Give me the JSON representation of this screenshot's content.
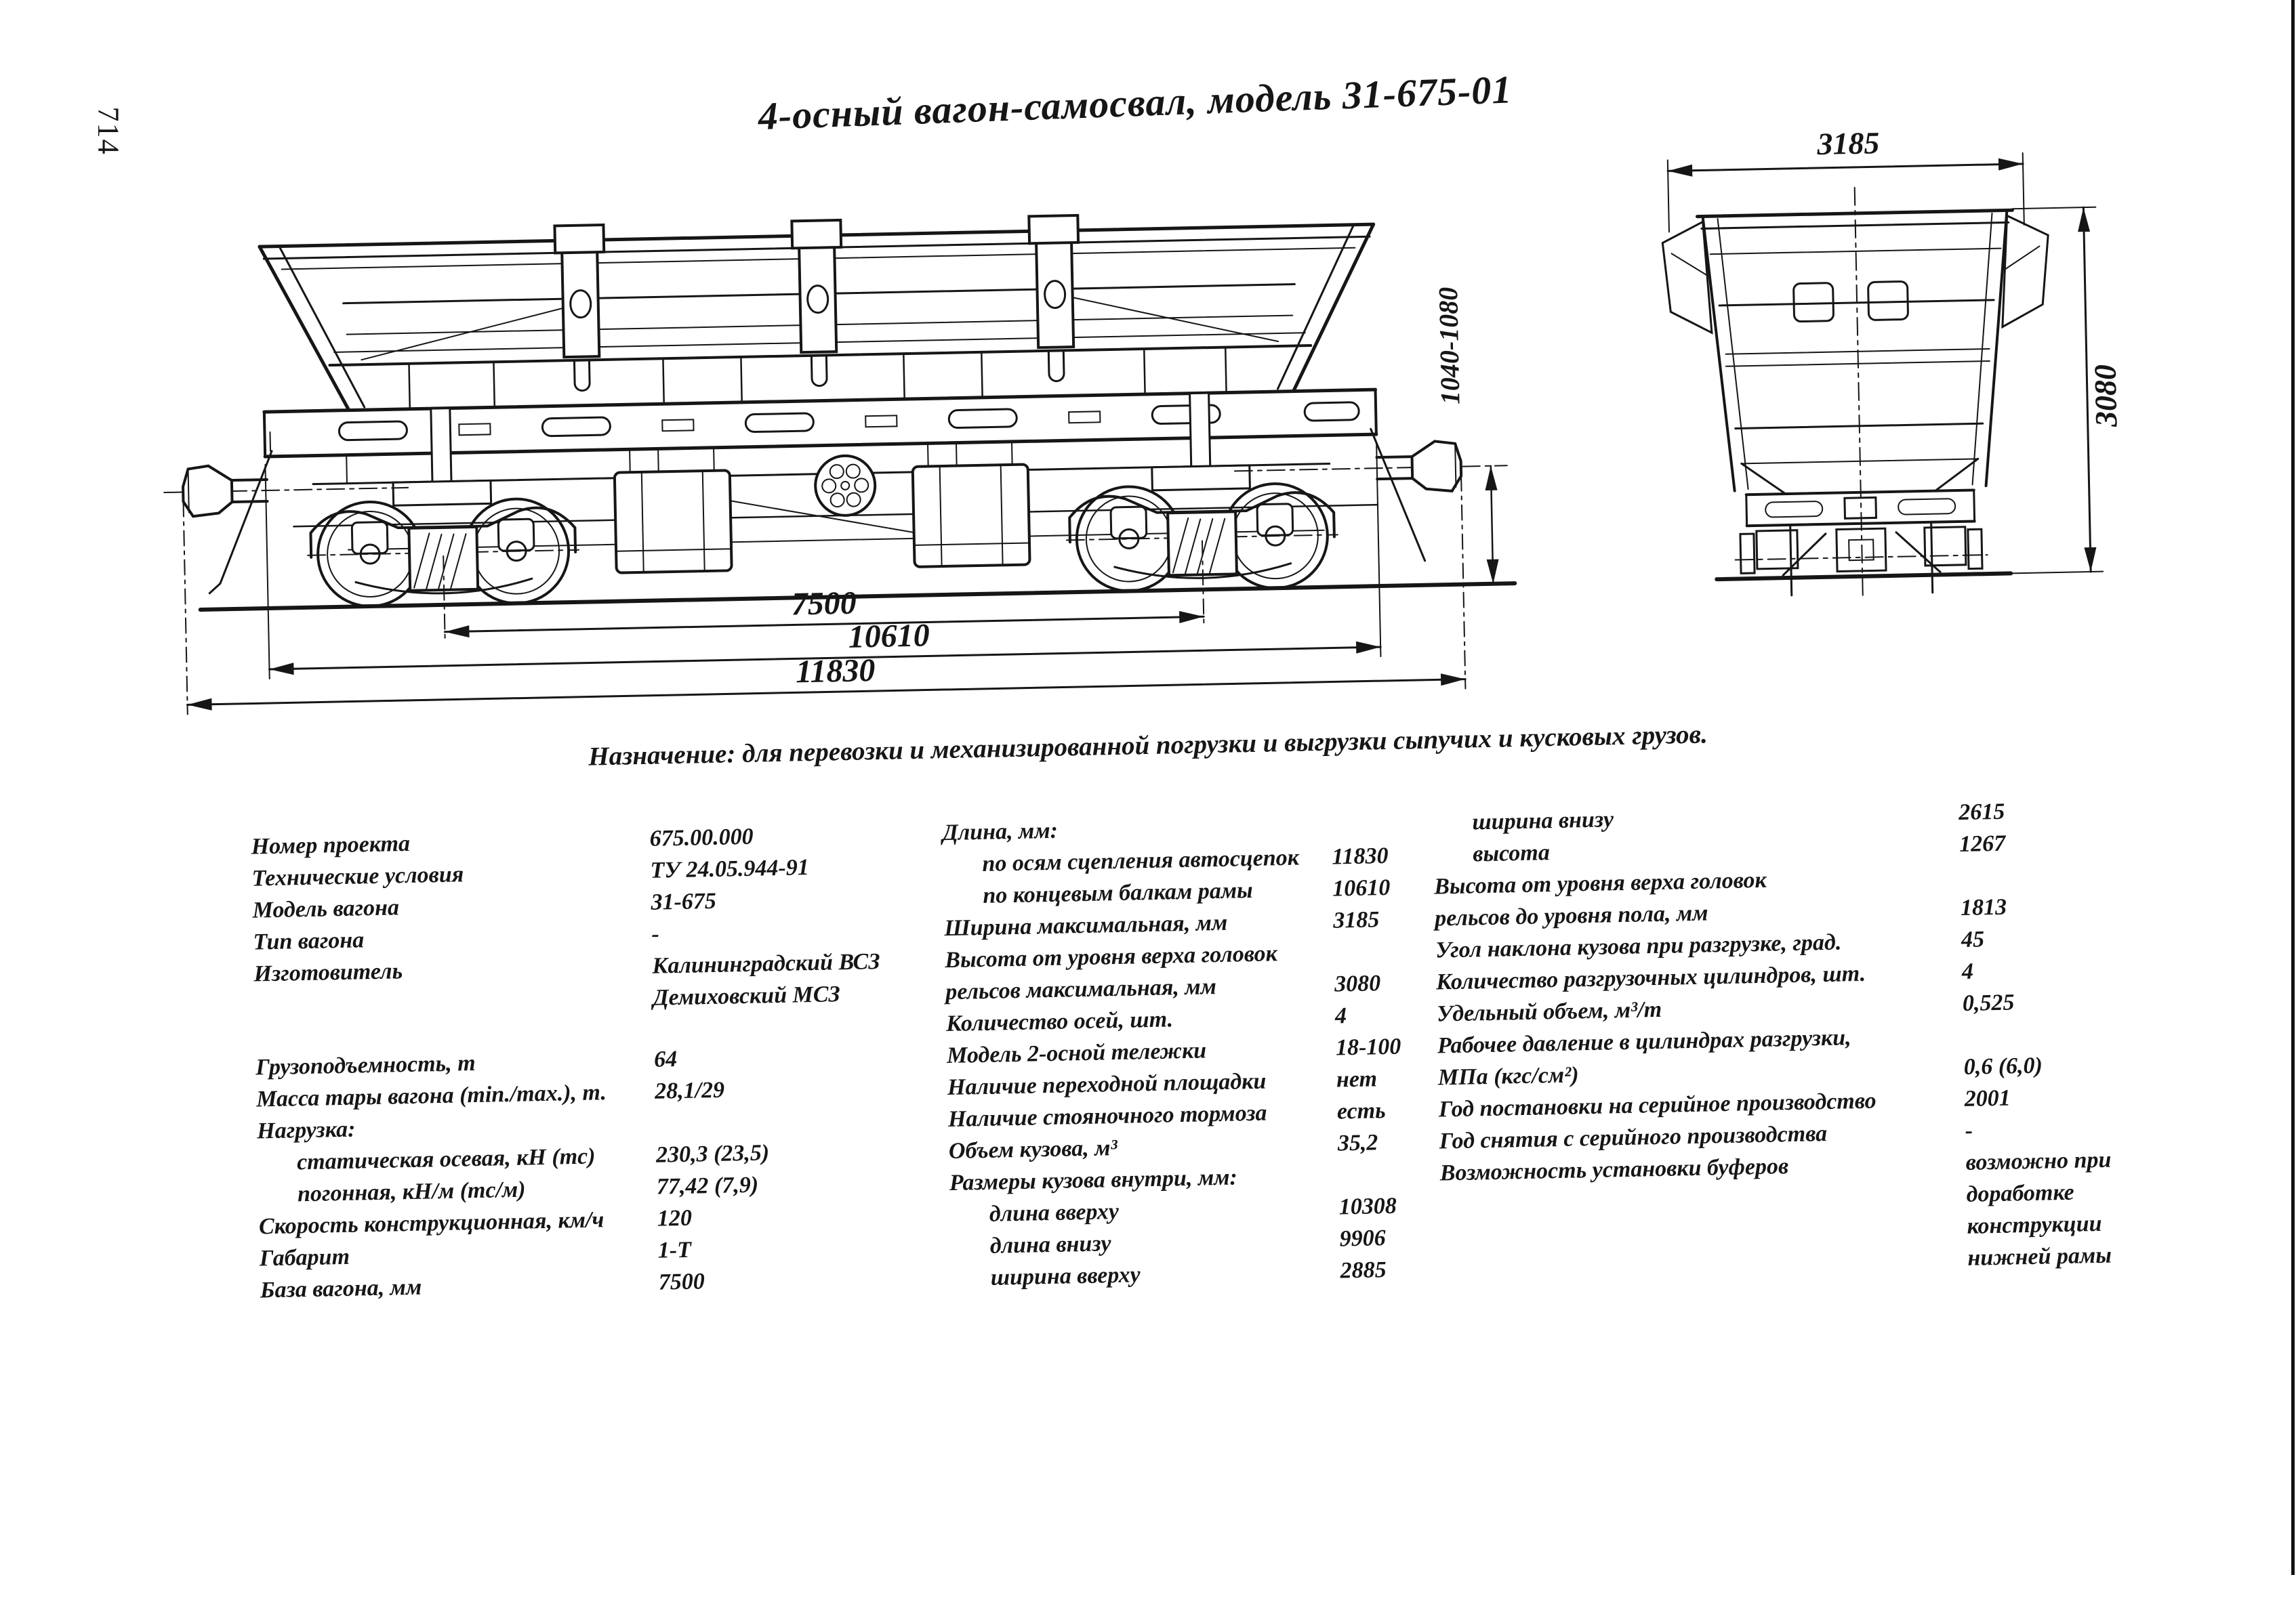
{
  "page": {
    "number": "714",
    "title": "4-осный вагон-самосвал, модель 31-675-01",
    "purpose": "Назначение: для перевозки и механизированной погрузки и выгрузки сыпучих и кусковых грузов."
  },
  "drawing": {
    "side_view_dims": {
      "bogie_base": "7500",
      "frame_length": "10610",
      "coupler_length": "11830",
      "coupler_axis_height": "1040-1080"
    },
    "end_view_dims": {
      "max_width": "3185",
      "max_height": "3080"
    }
  },
  "specs": {
    "col1": [
      {
        "label": "Номер проекта",
        "value": "675.00.000"
      },
      {
        "label": "Технические условия",
        "value": "ТУ 24.05.944-91"
      },
      {
        "label": "Модель вагона",
        "value": "31-675"
      },
      {
        "label": "Тип вагона",
        "value": "-"
      },
      {
        "label": "Изготовитель",
        "value": "Калининградский ВСЗ"
      },
      {
        "label": "",
        "value": "Демиховский МСЗ"
      },
      {
        "label": "Грузоподъемность, т",
        "value": "64",
        "gap": true
      },
      {
        "label": "Масса тары вагона (min./max.), т.",
        "value": "28,1/29"
      },
      {
        "label": "Нагрузка:",
        "value": ""
      },
      {
        "label": "статическая осевая, кН (тс)",
        "value": "230,3 (23,5)",
        "indent": true
      },
      {
        "label": "погонная, кН/м (тс/м)",
        "value": "77,42 (7,9)",
        "indent": true
      },
      {
        "label": "Скорость конструкционная, км/ч",
        "value": "120"
      },
      {
        "label": "Габарит",
        "value": "1-Т"
      },
      {
        "label": "База вагона, мм",
        "value": "7500"
      }
    ],
    "col2": [
      {
        "label": "Длина, мм:",
        "value": ""
      },
      {
        "label": "по осям сцепления автосцепок",
        "value": "11830",
        "indent": true
      },
      {
        "label": "по концевым балкам рамы",
        "value": "10610",
        "indent": true
      },
      {
        "label": "Ширина максимальная, мм",
        "value": "3185"
      },
      {
        "label": "Высота от уровня верха головок",
        "value": ""
      },
      {
        "label": "рельсов максимальная, мм",
        "value": "3080"
      },
      {
        "label": "Количество осей, шт.",
        "value": "4"
      },
      {
        "label": "Модель 2-осной тележки",
        "value": "18-100"
      },
      {
        "label": "Наличие переходной площадки",
        "value": "нет"
      },
      {
        "label": "Наличие стояночного тормоза",
        "value": "есть"
      },
      {
        "label": "Объем кузова, м³",
        "value": "35,2"
      },
      {
        "label": "Размеры кузова внутри, мм:",
        "value": ""
      },
      {
        "label": "длина вверху",
        "value": "10308",
        "indent": true
      },
      {
        "label": "длина внизу",
        "value": "9906",
        "indent": true
      },
      {
        "label": "ширина вверху",
        "value": "2885",
        "indent": true
      }
    ],
    "col3": [
      {
        "label": "ширина внизу",
        "value": "2615",
        "indent": true
      },
      {
        "label": "высота",
        "value": "1267",
        "indent": true
      },
      {
        "label": "Высота от уровня верха головок",
        "value": ""
      },
      {
        "label": "рельсов до уровня пола, мм",
        "value": "1813"
      },
      {
        "label": "Угол наклона кузова при разгрузке, град.",
        "value": "45"
      },
      {
        "label": "Количество разгрузочных цилиндров, шт.",
        "value": "4"
      },
      {
        "label": "Удельный объем, м³/т",
        "value": "0,525"
      },
      {
        "label": "Рабочее давление в цилиндрах разгрузки,",
        "value": ""
      },
      {
        "label": "МПа (кгс/см²)",
        "value": "0,6 (6,0)"
      },
      {
        "label": "Год постановки на серийное производство",
        "value": "2001"
      },
      {
        "label": "Год снятия с серийного производства",
        "value": "-"
      },
      {
        "label": "Возможность установки буферов",
        "value": "возможно при\nдоработке\nконструкции\nнижней рамы"
      }
    ]
  }
}
